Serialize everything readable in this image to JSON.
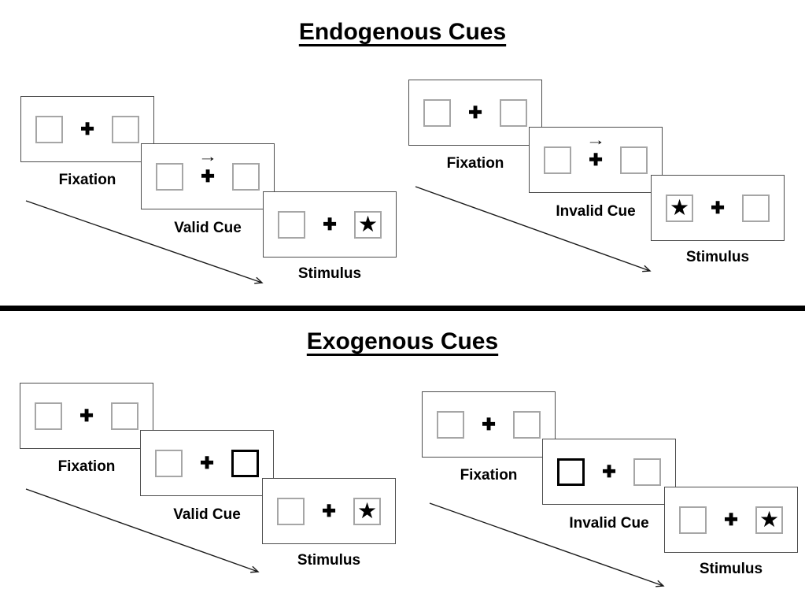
{
  "sections": [
    {
      "title": "Endogenous Cues",
      "panels": [
        {
          "trial_type": "valid",
          "frames": [
            {
              "label": "Fixation",
              "cue": null,
              "target": null
            },
            {
              "label": "Valid Cue",
              "cue": "central-arrow-right",
              "target": null
            },
            {
              "label": "Stimulus",
              "cue": null,
              "target": "star-right-box"
            }
          ]
        },
        {
          "trial_type": "invalid",
          "frames": [
            {
              "label": "Fixation",
              "cue": null,
              "target": null
            },
            {
              "label": "Invalid Cue",
              "cue": "central-arrow-right",
              "target": null
            },
            {
              "label": "Stimulus",
              "cue": null,
              "target": "star-left-box"
            }
          ]
        }
      ]
    },
    {
      "title": "Exogenous Cues",
      "panels": [
        {
          "trial_type": "valid",
          "frames": [
            {
              "label": "Fixation",
              "cue": null,
              "target": null
            },
            {
              "label": "Valid Cue",
              "cue": "bold-right-box",
              "target": null
            },
            {
              "label": "Stimulus",
              "cue": null,
              "target": "star-right-box"
            }
          ]
        },
        {
          "trial_type": "invalid",
          "frames": [
            {
              "label": "Fixation",
              "cue": null,
              "target": null
            },
            {
              "label": "Invalid Cue",
              "cue": "bold-left-box",
              "target": null
            },
            {
              "label": "Stimulus",
              "cue": null,
              "target": "star-right-box"
            }
          ]
        }
      ]
    }
  ],
  "glyphs": {
    "plus": "✚",
    "star": "★",
    "cue_arrow": "→"
  },
  "colors": {
    "frame_border": "#4d4d4d",
    "square_border": "#a6a6a6",
    "bold_square_border": "#000000",
    "text": "#000000",
    "divider": "#000000"
  }
}
